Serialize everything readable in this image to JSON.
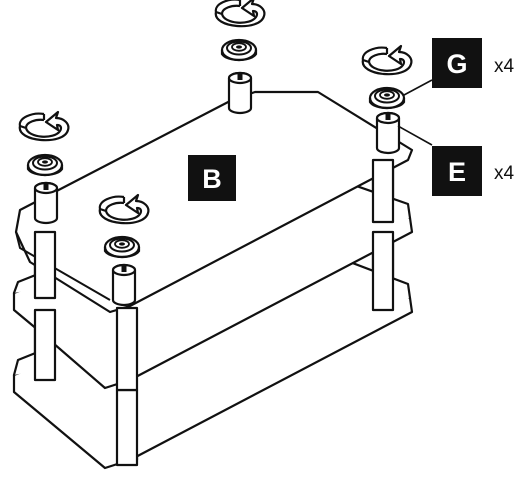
{
  "diagram": {
    "parts": [
      {
        "id": "shelf",
        "label": "B"
      },
      {
        "id": "cap",
        "label": "G",
        "quantity": "x4"
      },
      {
        "id": "post",
        "label": "E",
        "quantity": "x4"
      }
    ],
    "colors": {
      "line": "#111111",
      "label_bg": "#111111",
      "label_text": "#ffffff",
      "background": "#ffffff"
    },
    "icons": [
      "rotate-arrow-icon",
      "cap-washer-icon",
      "post-stud-icon"
    ]
  }
}
